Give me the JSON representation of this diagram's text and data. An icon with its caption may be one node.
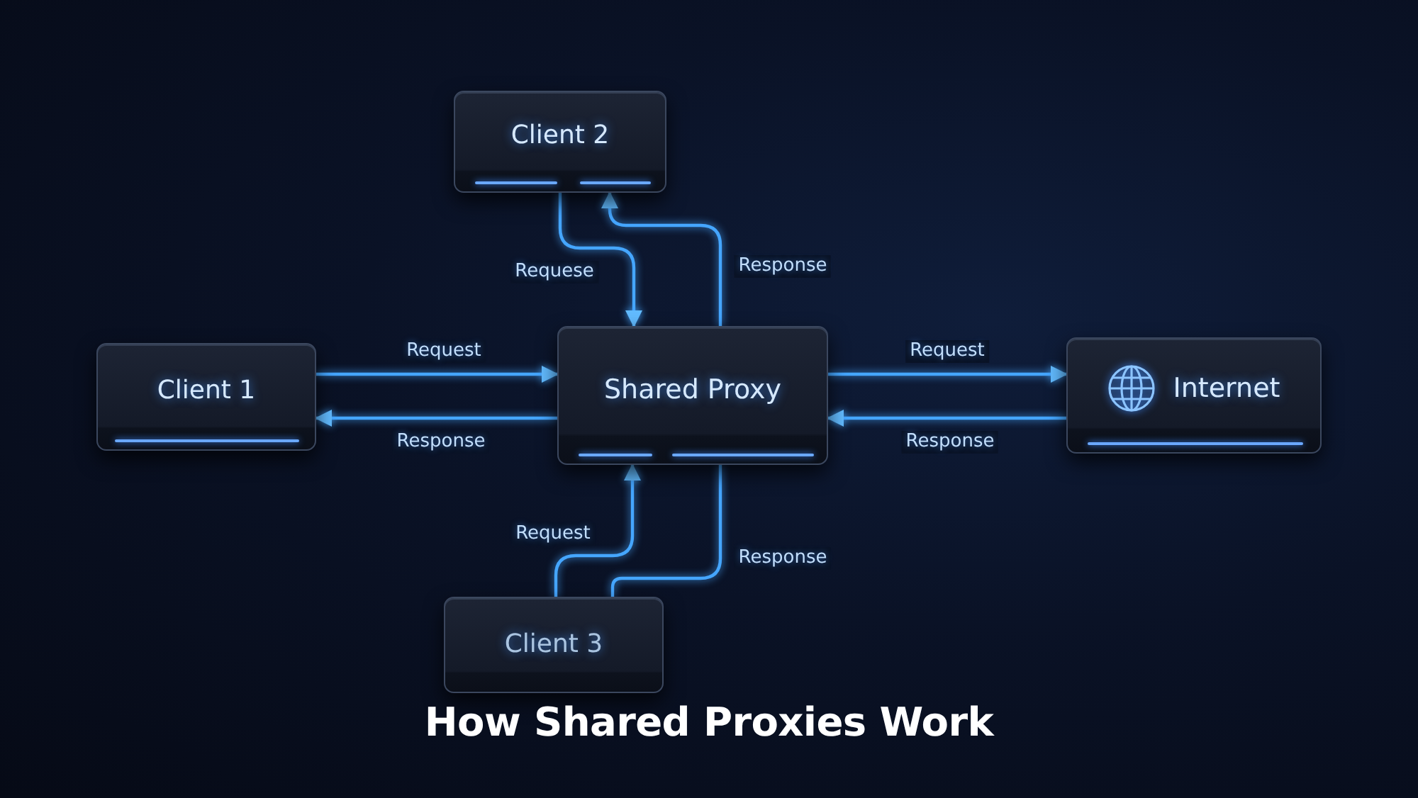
{
  "diagram": {
    "title": "How Shared Proxies Work",
    "nodes": [
      {
        "text": [
          "Client 2"
        ]
      },
      {
        "text": [
          "Client 1"
        ]
      },
      {
        "text": [
          "Shared Proxy"
        ]
      },
      {
        "text": [
          "Internet"
        ]
      },
      {
        "text": [
          "Client 3"
        ]
      }
    ],
    "edges": [
      {
        "from": 0,
        "to": 2,
        "arrow": "to",
        "label": "Requese"
      },
      {
        "from": 2,
        "to": 0,
        "arrow": "to",
        "label": "Response"
      },
      {
        "from": 1,
        "to": 2,
        "arrow": "to",
        "label": "Request"
      },
      {
        "from": 2,
        "to": 1,
        "arrow": "to",
        "label": "Response"
      },
      {
        "from": 2,
        "to": 3,
        "arrow": "to",
        "label": "Request"
      },
      {
        "from": 3,
        "to": 2,
        "arrow": "to",
        "label": "Response"
      },
      {
        "from": 4,
        "to": 2,
        "arrow": "to",
        "label": "Request"
      },
      {
        "from": 2,
        "to": 4,
        "arrow": "none",
        "label": "Response"
      }
    ]
  }
}
